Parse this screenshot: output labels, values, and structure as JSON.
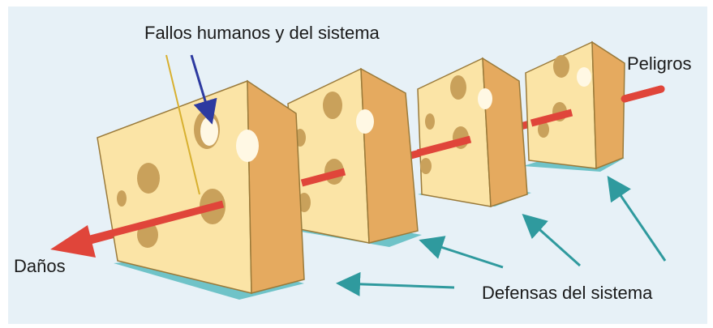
{
  "labels": {
    "human_failures": "Fallos humanos y del sistema",
    "hazards": "Peligros",
    "damages": "Daños",
    "defenses": "Defensas del sistema"
  },
  "colors": {
    "background": "#e7f1f7",
    "cheese_face": "#fbe4a6",
    "cheese_side": "#e5aa5f",
    "cheese_outline": "#9a7a3a",
    "hole_dark": "#c9a15b",
    "hole_light": "#fff8e4",
    "shadow": "#6fc3c8",
    "arrow_red": "#e0453a",
    "pointer_teal": "#2f9a9e",
    "pointer_blue": "#2d3aa0",
    "pointer_yellow": "#d8b030"
  },
  "slices": [
    {
      "id": "slice-1",
      "icon": "cheese-slice-icon"
    },
    {
      "id": "slice-2",
      "icon": "cheese-slice-icon"
    },
    {
      "id": "slice-3",
      "icon": "cheese-slice-icon"
    },
    {
      "id": "slice-4",
      "icon": "cheese-slice-icon"
    }
  ]
}
